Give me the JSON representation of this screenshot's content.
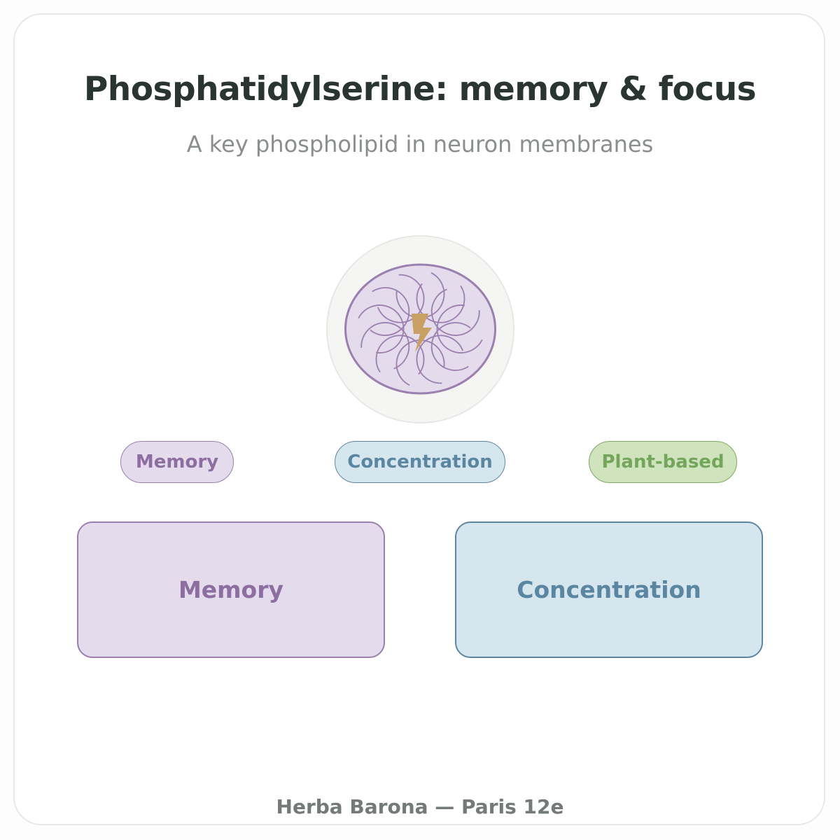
{
  "header": {
    "title": "Phosphatidylserine: memory & focus",
    "subtitle": "A key phospholipid in neuron membranes"
  },
  "hero": {
    "icon": "neuron-membrane-lightning-icon"
  },
  "tags": [
    {
      "label": "Memory",
      "color": "#8d6ea1"
    },
    {
      "label": "Concentration",
      "color": "#5a86a1"
    },
    {
      "label": "Plant-based",
      "color": "#73a55a"
    }
  ],
  "benefits": [
    {
      "label": "Memory",
      "color": "#8d6ea1"
    },
    {
      "label": "Concentration",
      "color": "#5a86a1"
    }
  ],
  "footer": {
    "text": "Herba Barona — Paris 12e"
  },
  "colors": {
    "title": "#2a3532",
    "lavender": "#e4dbec",
    "sky": "#d6e6ee",
    "sage": "#cfe3bd",
    "lightning": "#c9a063"
  }
}
